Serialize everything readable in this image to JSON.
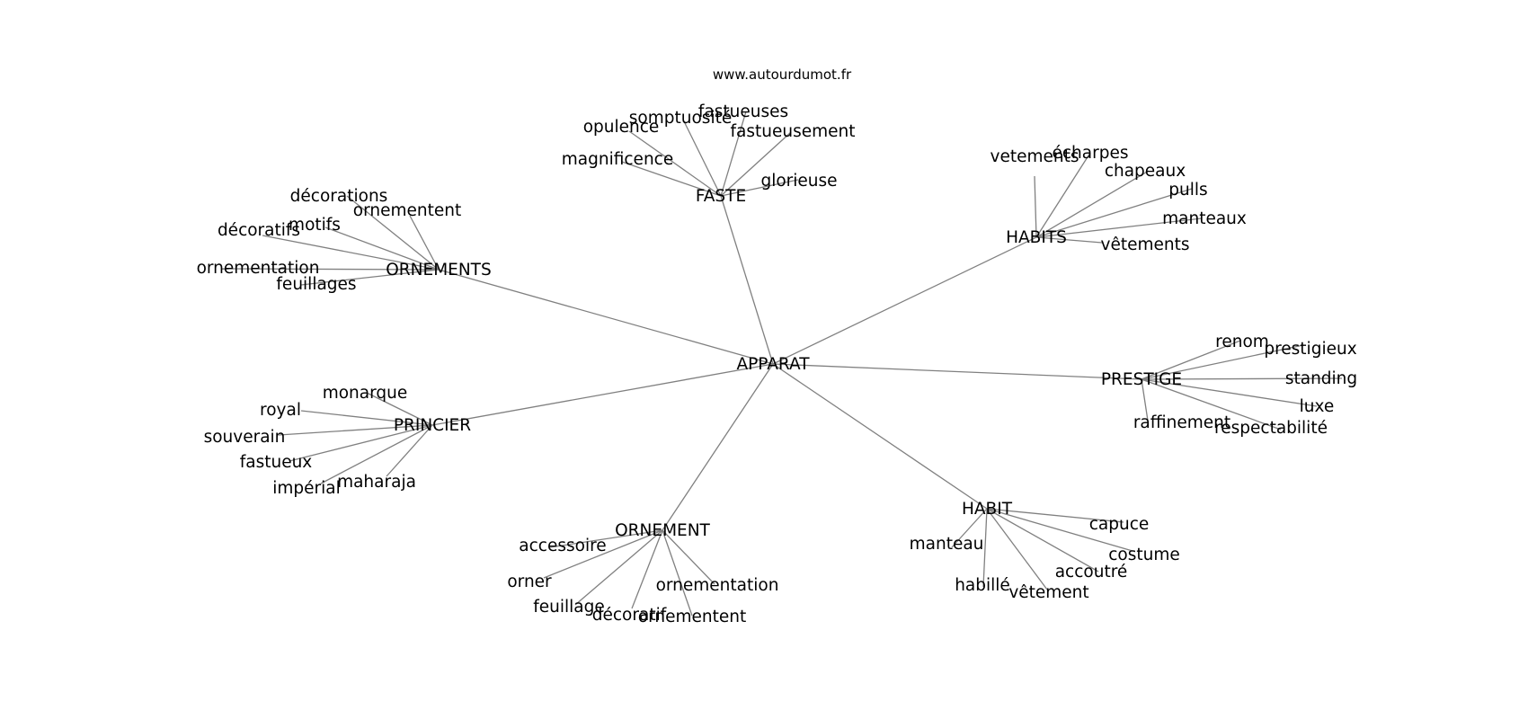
{
  "watermark": "www.autourdumot.fr",
  "root": "APPARAT",
  "hubs": [
    {
      "id": "faste",
      "label": "FASTE",
      "leaves": [
        "magnificence",
        "opulence",
        "somptuosité",
        "fastueuses",
        "fastueusement",
        "glorieuse"
      ]
    },
    {
      "id": "habits",
      "label": "HABITS",
      "leaves": [
        "vetements",
        "écharpes",
        "chapeaux",
        "pulls",
        "manteaux",
        "vêtements"
      ]
    },
    {
      "id": "ornements",
      "label": "ORNEMENTS",
      "leaves": [
        "décorations",
        "ornementent",
        "motifs",
        "décoratifs",
        "ornementation",
        "feuillages"
      ]
    },
    {
      "id": "prestige",
      "label": "PRESTIGE",
      "leaves": [
        "renom",
        "prestigieux",
        "standing",
        "luxe",
        "respectabilité",
        "raffinement"
      ]
    },
    {
      "id": "princier",
      "label": "PRINCIER",
      "leaves": [
        "monarque",
        "royal",
        "souverain",
        "fastueux",
        "impérial",
        "maharaja"
      ]
    },
    {
      "id": "ornement",
      "label": "ORNEMENT",
      "leaves": [
        "accessoire",
        "orner",
        "feuillage",
        "décoratif",
        "ornementent",
        "ornementation"
      ]
    },
    {
      "id": "habit",
      "label": "HABIT",
      "leaves": [
        "capuce",
        "costume",
        "accoutré",
        "vêtement",
        "habillé",
        "manteau"
      ]
    }
  ]
}
